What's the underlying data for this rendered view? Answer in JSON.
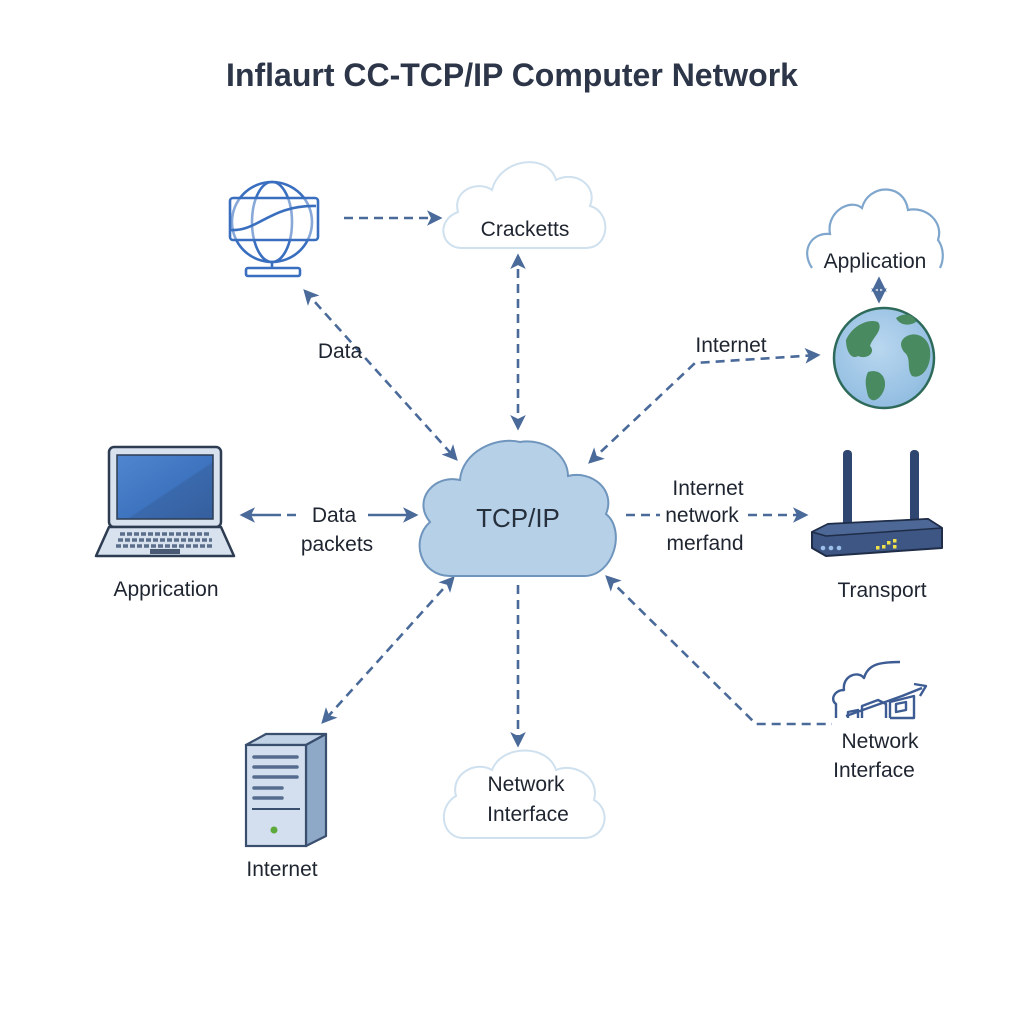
{
  "title": "Inflaurt CC-TCP/IP Computer Network",
  "colors": {
    "edge": "#4a6a9a",
    "hub_fill": "#b6d0e8",
    "hub_stroke": "#6f95bd",
    "cloud_outline": "#c9dcec",
    "icon_blue": "#3a6fbf",
    "device_dark": "#3d5683",
    "text": "#1f2530"
  },
  "nodes": {
    "hub": {
      "label": "TCP/IP",
      "shape": "cloud-filled"
    },
    "top_cloud": {
      "label": "Cracketts",
      "shape": "cloud-outline"
    },
    "globe_monitor": {
      "label": "",
      "icon": "globe-monitor-icon"
    },
    "app_cloud": {
      "label": "Application",
      "shape": "cloud-outline"
    },
    "earth": {
      "label": "",
      "icon": "earth-globe-icon"
    },
    "laptop": {
      "label": "Apprication",
      "icon": "laptop-icon"
    },
    "router": {
      "label": "Transport",
      "icon": "router-icon"
    },
    "server": {
      "label": "Internet",
      "icon": "server-tower-icon"
    },
    "bottom_cloud": {
      "label_line1": "Network",
      "label_line2": "Interface",
      "shape": "cloud-outline"
    },
    "net_interface": {
      "label_line1": "Network",
      "label_line2": "Interface",
      "icon": "cloud-chart-icon"
    }
  },
  "edges": {
    "globe_to_cracketts": {
      "label": "",
      "direction": "one-way"
    },
    "hub_cracketts": {
      "label": "",
      "direction": "two-way"
    },
    "hub_globe": {
      "label": "Data",
      "direction": "two-way"
    },
    "hub_earth": {
      "label": "Internet",
      "direction": "one-way"
    },
    "app_earth": {
      "label": "",
      "direction": "two-way"
    },
    "hub_laptop": {
      "label_line1": "Data",
      "label_line2": "packets",
      "direction": "two-way"
    },
    "hub_router": {
      "label_line1": "Internet",
      "label_line2": "network",
      "label_line3": "merfand",
      "direction": "one-way"
    },
    "hub_server": {
      "label": "",
      "direction": "two-way"
    },
    "hub_bottom_cloud": {
      "label": "",
      "direction": "one-way"
    },
    "hub_net_interface": {
      "label": "",
      "direction": "two-way"
    }
  }
}
